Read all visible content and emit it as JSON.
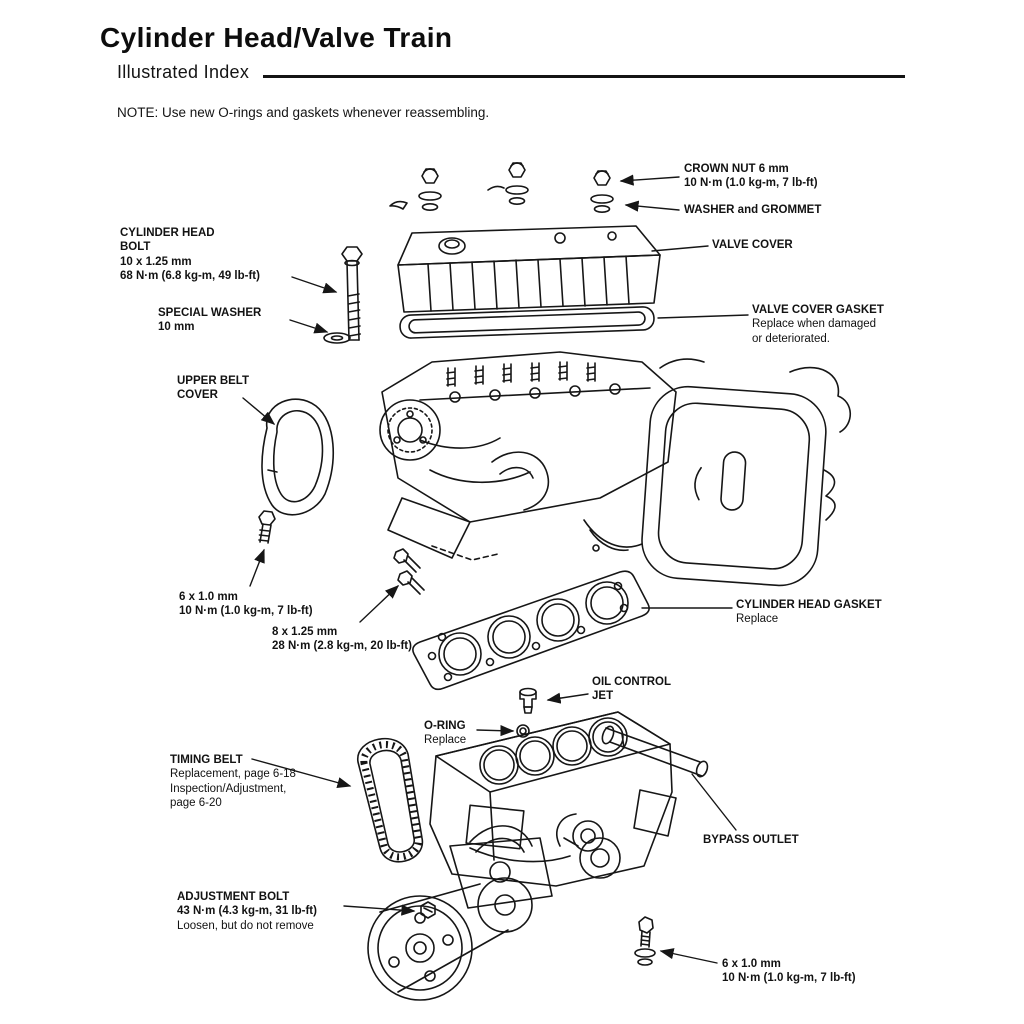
{
  "palette": {
    "ink": "#161616",
    "paper": "#ffffff"
  },
  "page": {
    "title": "Cylinder Head/Valve Train",
    "subtitle": "Illustrated Index",
    "note": "NOTE: Use new O-rings and gaskets whenever reassembling."
  },
  "callouts": {
    "cylinder_head_bolt": {
      "l1": "CYLINDER HEAD",
      "l2": "BOLT",
      "l3": "10 x 1.25 mm",
      "l4": "68 N·m (6.8 kg-m, 49 lb-ft)"
    },
    "special_washer": {
      "l1": "SPECIAL WASHER",
      "l2": "10 mm"
    },
    "upper_belt_cover": {
      "l1": "UPPER BELT",
      "l2": "COVER"
    },
    "crown_nut": {
      "l1": "CROWN NUT 6 mm",
      "l2": "10 N·m (1.0 kg-m, 7 lb-ft)"
    },
    "washer_grommet": {
      "l1": "WASHER and GROMMET"
    },
    "valve_cover": {
      "l1": "VALVE COVER"
    },
    "valve_cover_gasket": {
      "l1": "VALVE COVER GASKET",
      "l2": "Replace when damaged",
      "l3": "or deteriorated."
    },
    "bolt_6x10_left": {
      "l1": "6 x 1.0 mm",
      "l2": "10 N·m (1.0 kg-m, 7 lb-ft)"
    },
    "bolt_8x125": {
      "l1": "8 x 1.25 mm",
      "l2": "28 N·m (2.8 kg-m, 20 lb-ft)"
    },
    "cylinder_head_gasket": {
      "l1": "CYLINDER HEAD GASKET",
      "l2": "Replace"
    },
    "oil_control_jet": {
      "l1": "OIL CONTROL",
      "l2": "JET"
    },
    "o_ring": {
      "l1": "O-RING",
      "l2": "Replace"
    },
    "timing_belt": {
      "l1": "TIMING BELT",
      "l2": "Replacement, page 6-18",
      "l3": "Inspection/Adjustment,",
      "l4": "page 6-20"
    },
    "bypass_outlet": {
      "l1": "BYPASS OUTLET"
    },
    "adjustment_bolt": {
      "l1": "ADJUSTMENT BOLT",
      "l2": "43 N·m (4.3 kg-m, 31 lb-ft)",
      "l3": "Loosen, but do not remove"
    },
    "bolt_6x10_bottom": {
      "l1": "6 x 1.0 mm",
      "l2": "10 N·m (1.0 kg-m, 7 lb-ft)"
    }
  }
}
